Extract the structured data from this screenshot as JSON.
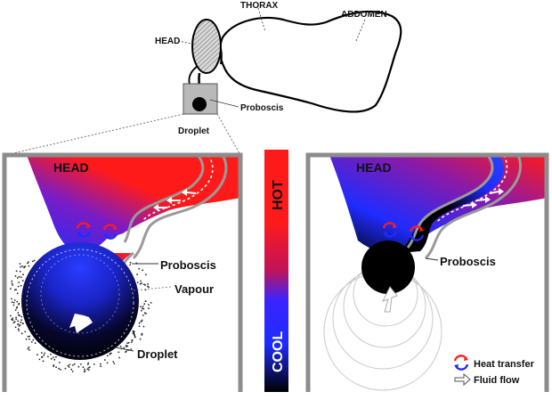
{
  "overview": {
    "labels": {
      "head": "HEAD",
      "thorax": "THORAX",
      "abdomen": "ABDOMEN",
      "proboscis": "Proboscis",
      "droplet": "Droplet"
    }
  },
  "left_panel": {
    "head_label": "HEAD",
    "proboscis_label": "Proboscis",
    "vapour_label": "Vapour",
    "droplet_label": "Droplet"
  },
  "right_panel": {
    "head_label": "HEAD",
    "proboscis_label": "Proboscis"
  },
  "scale": {
    "hot_label": "HOT",
    "cool_label": "COOL",
    "colors": [
      "#ff1a1a",
      "#c0135a",
      "#1e2cff",
      "#000000"
    ]
  },
  "legend": {
    "heat_transfer": "Heat transfer",
    "fluid_flow": "Fluid flow"
  },
  "colors": {
    "hot": "#ff1a1a",
    "cool": "#1e2cff",
    "cold": "#000000",
    "frame": "#8c8c8c",
    "tube": "#9a9a9a"
  }
}
